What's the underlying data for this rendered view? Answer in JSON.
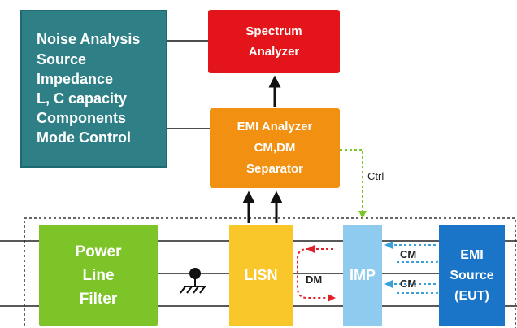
{
  "notes_box": {
    "lines": [
      "Noise Analysis",
      "Source",
      "Impedance",
      "L, C capacity",
      "Components",
      "Mode Control"
    ]
  },
  "spectrum_box": {
    "lines": [
      "Spectrum",
      "Analyzer"
    ]
  },
  "emi_analyzer_box": {
    "lines": [
      "EMI Analyzer",
      "CM,DM",
      "Separator"
    ]
  },
  "power_line_filter": {
    "lines": [
      "Power",
      "Line",
      "Filter"
    ]
  },
  "lisn": {
    "label": "LISN"
  },
  "imp": {
    "label": "IMP"
  },
  "emi_source": {
    "lines": [
      "EMI",
      "Source",
      "(EUT)"
    ]
  },
  "ctrl_label": "Ctrl",
  "dm_label": "DM",
  "cm_labels": [
    "CM",
    "CM"
  ],
  "colors": {
    "notes": "#2f7f86",
    "spectrum": "#e3151b",
    "emi_analyzer": "#f29012",
    "filter": "#7cc427",
    "lisn": "#fac72b",
    "imp": "#8ecbee",
    "source": "#1a75c8",
    "dm_arrow": "#e0202a",
    "cm_arrow": "#3aa0dc",
    "ctrl_arrow": "#7cc427"
  }
}
